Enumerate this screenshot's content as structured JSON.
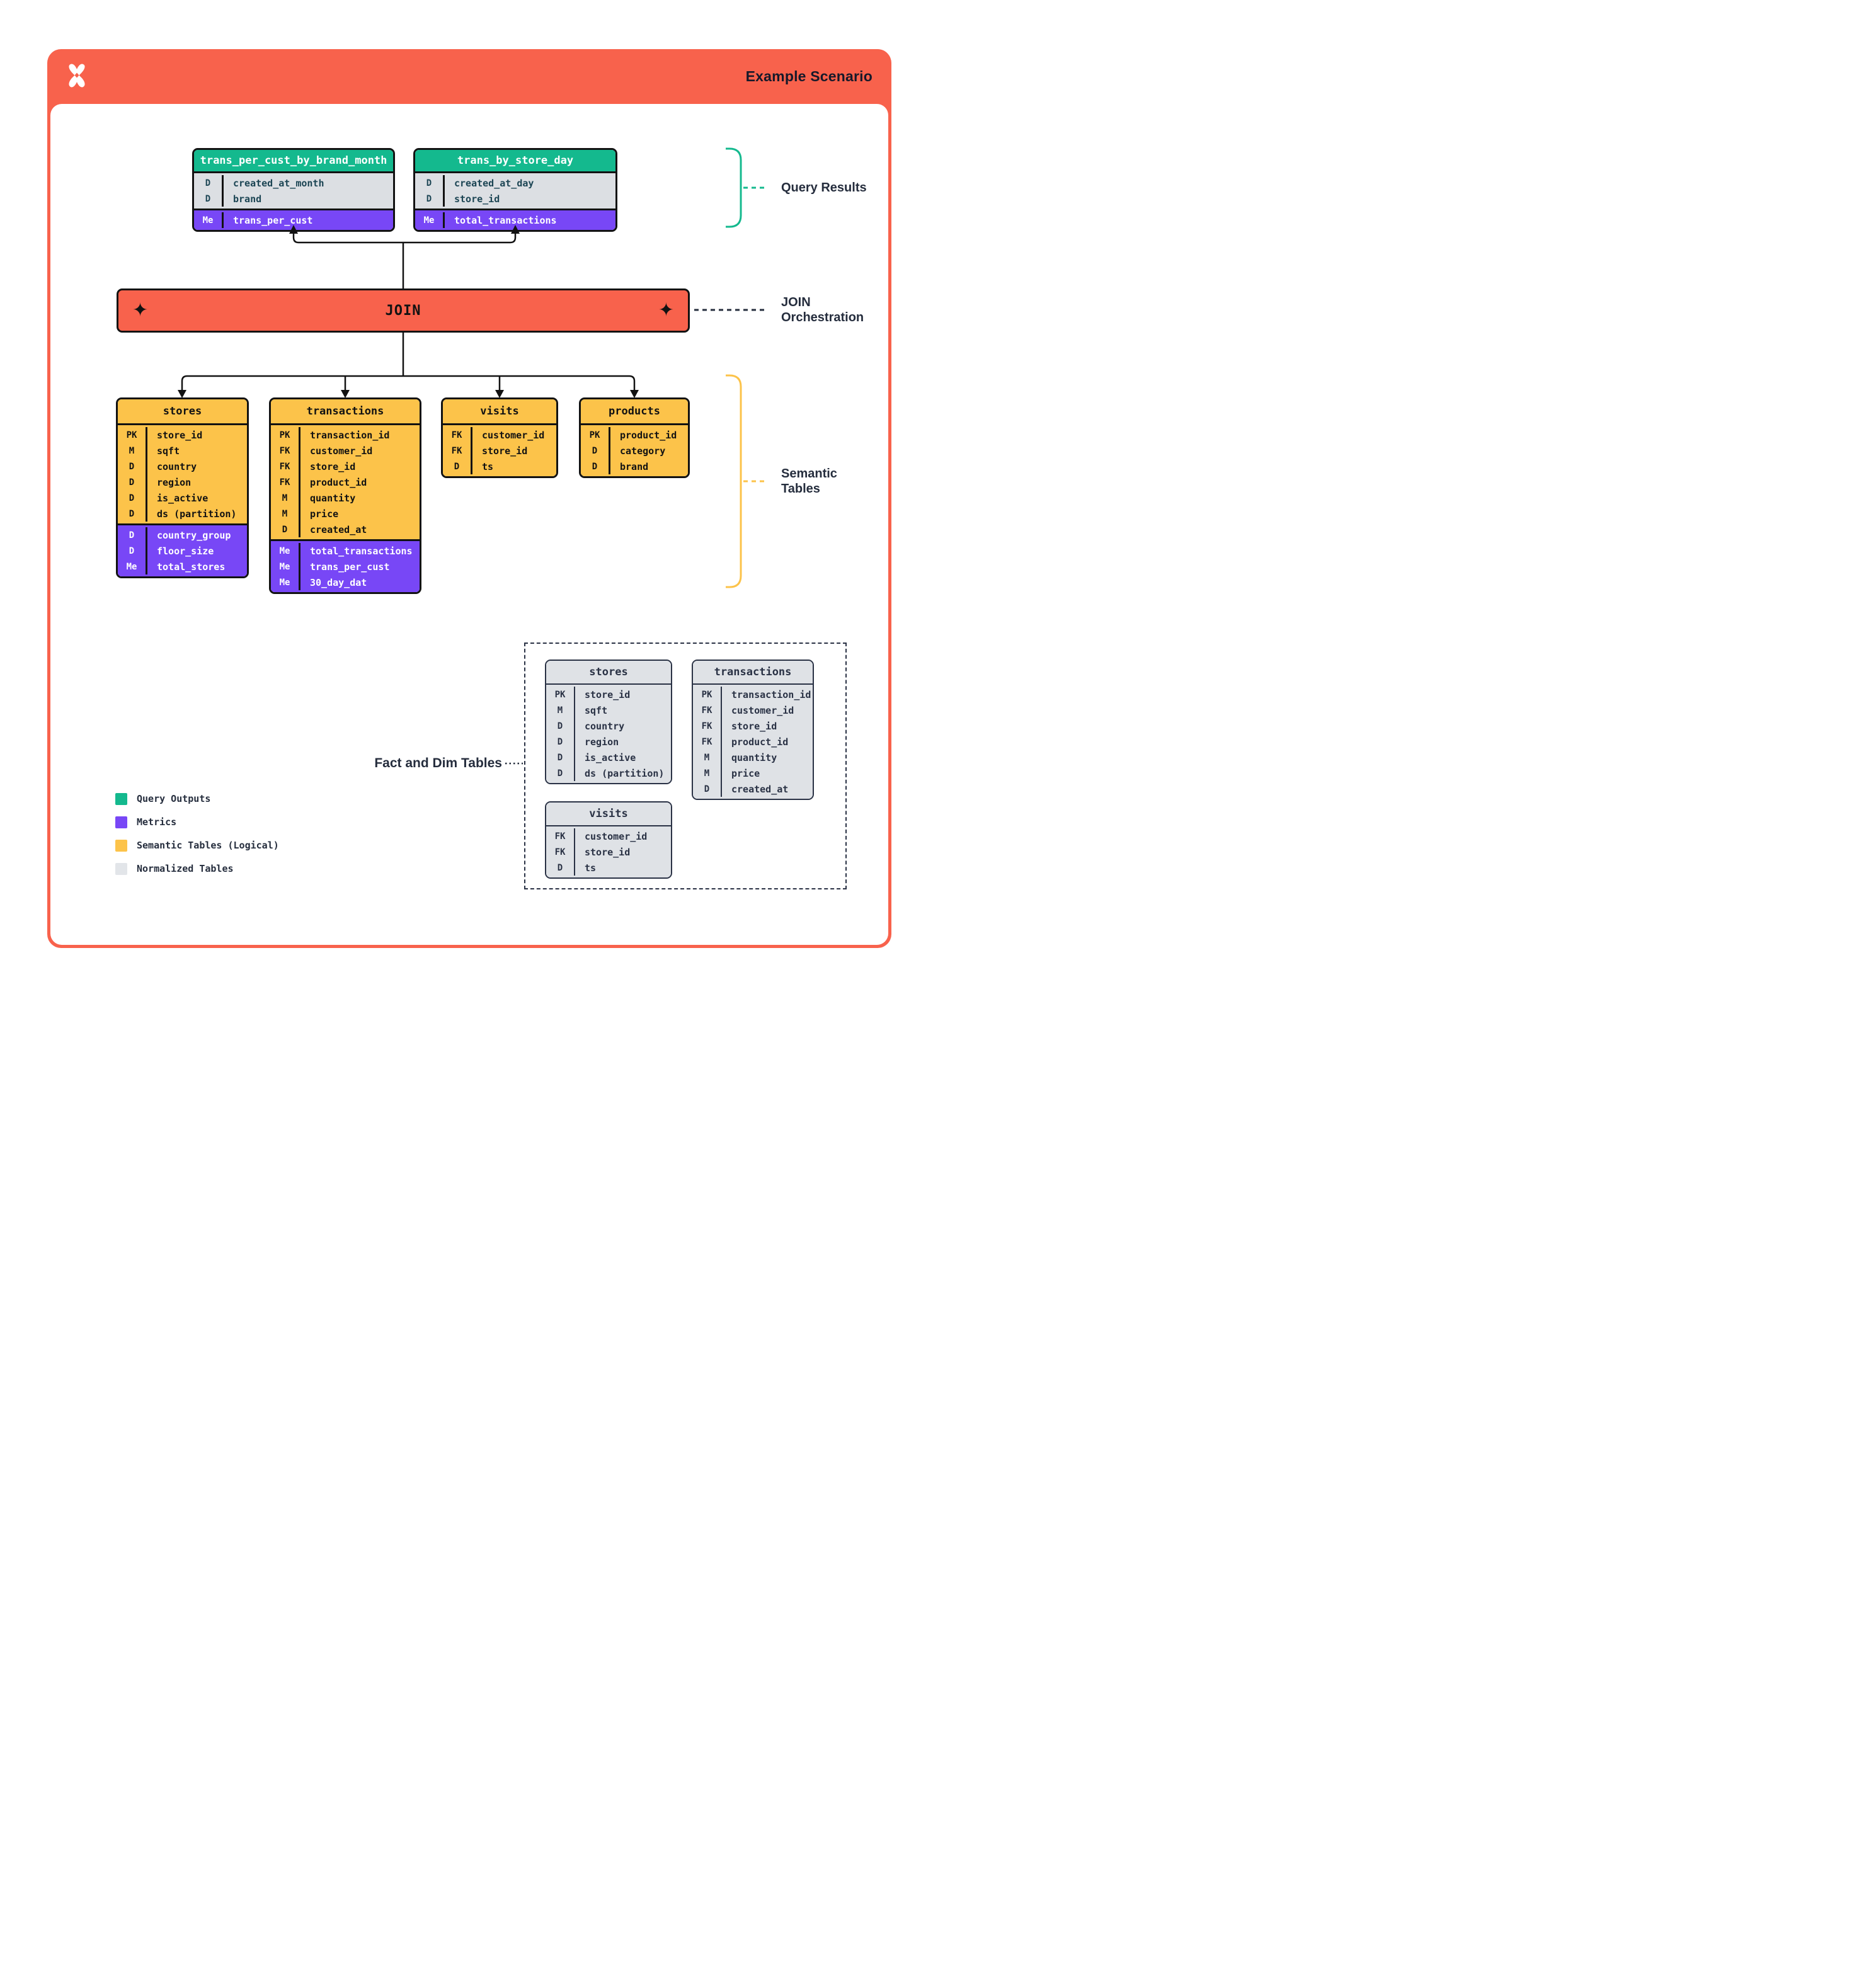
{
  "header": {
    "title": "Example Scenario"
  },
  "join": {
    "label": "JOIN"
  },
  "icons": {
    "diamond": "✦"
  },
  "colors": {
    "orange": "#F8624C",
    "green": "#14B98E",
    "purple": "#7847F6",
    "yellow": "#FCC34A",
    "gray": "#DFE2E6",
    "ink": "#121212",
    "navy": "#252D3D"
  },
  "tables": {
    "query_results": [
      {
        "name": "trans_per_cust_by_brand_month",
        "dims": [
          [
            "D",
            "created_at_month"
          ],
          [
            "D",
            "brand"
          ]
        ],
        "metrics": [
          [
            "Me",
            "trans_per_cust"
          ]
        ]
      },
      {
        "name": "trans_by_store_day",
        "dims": [
          [
            "D",
            "created_at_day"
          ],
          [
            "D",
            "store_id"
          ]
        ],
        "metrics": [
          [
            "Me",
            "total_transactions"
          ]
        ]
      }
    ],
    "semantic": [
      {
        "name": "stores",
        "dims": [
          [
            "PK",
            "store_id"
          ],
          [
            "M",
            "sqft"
          ],
          [
            "D",
            "country"
          ],
          [
            "D",
            "region"
          ],
          [
            "D",
            "is_active"
          ],
          [
            "D",
            "ds (partition)"
          ]
        ],
        "metrics": [
          [
            "D",
            "country_group"
          ],
          [
            "D",
            "floor_size"
          ],
          [
            "Me",
            "total_stores"
          ]
        ]
      },
      {
        "name": "transactions",
        "dims": [
          [
            "PK",
            "transaction_id"
          ],
          [
            "FK",
            "customer_id"
          ],
          [
            "FK",
            "store_id"
          ],
          [
            "FK",
            "product_id"
          ],
          [
            "M",
            "quantity"
          ],
          [
            "M",
            "price"
          ],
          [
            "D",
            "created_at"
          ]
        ],
        "metrics": [
          [
            "Me",
            "total_transactions"
          ],
          [
            "Me",
            "trans_per_cust"
          ],
          [
            "Me",
            "30_day_dat"
          ]
        ]
      },
      {
        "name": "visits",
        "dims": [
          [
            "FK",
            "customer_id"
          ],
          [
            "FK",
            "store_id"
          ],
          [
            "D",
            "ts"
          ]
        ],
        "metrics": []
      },
      {
        "name": "products",
        "dims": [
          [
            "PK",
            "product_id"
          ],
          [
            "D",
            "category"
          ],
          [
            "D",
            "brand"
          ]
        ],
        "metrics": []
      }
    ],
    "normalized": [
      {
        "name": "stores",
        "dims": [
          [
            "PK",
            "store_id"
          ],
          [
            "M",
            "sqft"
          ],
          [
            "D",
            "country"
          ],
          [
            "D",
            "region"
          ],
          [
            "D",
            "is_active"
          ],
          [
            "D",
            "ds (partition)"
          ]
        ]
      },
      {
        "name": "transactions",
        "dims": [
          [
            "PK",
            "transaction_id"
          ],
          [
            "FK",
            "customer_id"
          ],
          [
            "FK",
            "store_id"
          ],
          [
            "FK",
            "product_id"
          ],
          [
            "M",
            "quantity"
          ],
          [
            "M",
            "price"
          ],
          [
            "D",
            "created_at"
          ]
        ]
      },
      {
        "name": "visits",
        "dims": [
          [
            "FK",
            "customer_id"
          ],
          [
            "FK",
            "store_id"
          ],
          [
            "D",
            "ts"
          ]
        ]
      }
    ]
  },
  "annotations": {
    "query_results": "Query Results",
    "join_orchestration": "JOIN\nOrchestration",
    "semantic_tables": "Semantic\nTables",
    "fact_dim": "Fact and Dim Tables"
  },
  "legend": [
    {
      "label": "Query Outputs",
      "color": "#14B98E"
    },
    {
      "label": "Metrics",
      "color": "#7847F6"
    },
    {
      "label": "Semantic Tables (Logical)",
      "color": "#FCC34A"
    },
    {
      "label": "Normalized Tables",
      "color": "#E2E5E9"
    }
  ]
}
